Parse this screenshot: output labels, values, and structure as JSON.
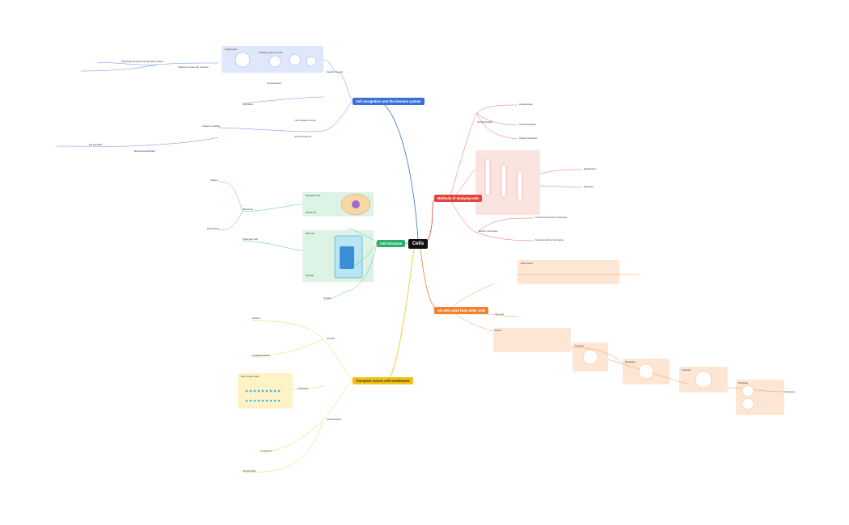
{
  "root": {
    "label": "Cells"
  },
  "branches": {
    "blue": {
      "label": "Cell recognition and the immune system",
      "color": "#3a6fd8"
    },
    "red": {
      "label": "Methods of studying cells",
      "color": "#e0443a"
    },
    "green": {
      "label": "Cell structure",
      "color": "#2db06e"
    },
    "orange": {
      "label": "All cells arise from other cells",
      "color": "#f0822c"
    },
    "yellow": {
      "label": "Transport across cell membranes",
      "color": "#f2c21b"
    }
  },
  "blue_leaves": [
    "Phagocytosis",
    "Phagocytes recognise the pathogen's antigen",
    "Phagosome fuses with lysosome",
    "Antibody-antigen complex",
    "Clonal selection",
    "Specific immunity",
    "Cell-mediated immunity",
    "Humoral response",
    "Vaccination",
    "Antigenic variability",
    "HIV and AIDS",
    "Monoclonal antibodies"
  ],
  "red_leaves": [
    "Cell fractionation",
    "Homogenation",
    "Ultracentrifugation",
    "Optical microscope",
    "Electron microscope",
    "Transmission electron microscope",
    "Scanning electron microscope",
    "Magnification",
    "Resolution"
  ],
  "green_leaves": [
    "Eukaryotic cells",
    "Animal cell",
    "Plant cell",
    "Prokaryotic cells",
    "Viruses",
    "Nucleus",
    "Mitochondria",
    "Ribosomes",
    "Cell wall"
  ],
  "orange_leaves": [
    "Binary fission",
    "Mitosis",
    "Prophase",
    "Metaphase",
    "Anaphase",
    "Telophase",
    "Cytokinesis",
    "Cell cycle"
  ],
  "yellow_leaves": [
    "Fluid mosaic model",
    "Diffusion",
    "Facilitated diffusion",
    "Osmosis",
    "Active transport",
    "Co-transport",
    "Phospholipids",
    "Cholesterol"
  ]
}
